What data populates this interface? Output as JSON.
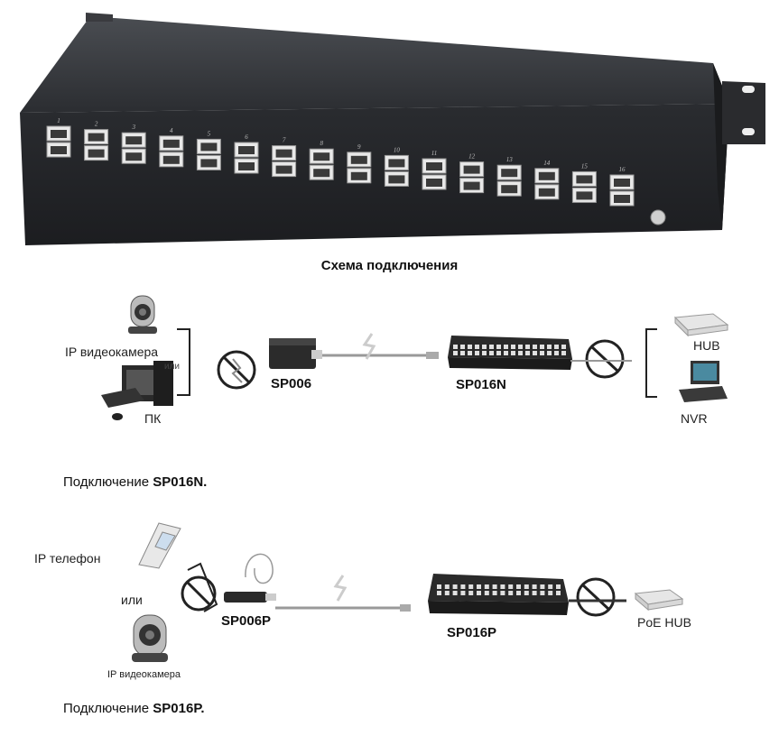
{
  "product_photo": {
    "port_numbers": [
      "1",
      "2",
      "3",
      "4",
      "5",
      "6",
      "7",
      "8",
      "9",
      "10",
      "11",
      "12",
      "13",
      "14",
      "15",
      "16"
    ]
  },
  "section_title": "Схема подключения",
  "diagram_n": {
    "ip_camera_label": "IP видеокамера",
    "or_label": "или",
    "pc_label": "ПК",
    "adapter_label": "SP006",
    "panel_label": "SP016N",
    "hub_label": "HUB",
    "nvr_label": "NVR"
  },
  "caption_n": {
    "prefix": "Подключение ",
    "model": "SP016N."
  },
  "diagram_p": {
    "ip_phone_label": "IP телефон",
    "or_label": "или",
    "ip_camera_label": "IP видеокамера",
    "adapter_label": "SP006P",
    "panel_label": "SP016P",
    "poe_hub_label": "PoE HUB"
  },
  "caption_p": {
    "prefix": "Подключение ",
    "model": "SP016P."
  }
}
